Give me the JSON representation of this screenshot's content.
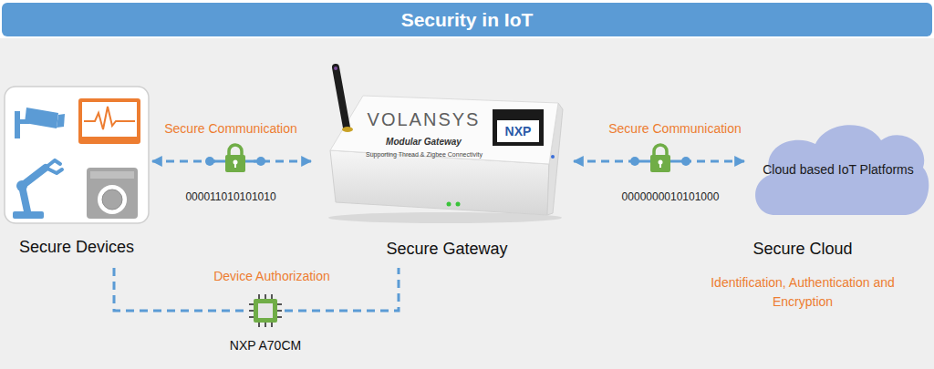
{
  "diagram": {
    "title": "Security in IoT",
    "nodes": [
      {
        "text": [
          "Secure Devices"
        ]
      },
      {
        "text": [
          "Secure Gateway"
        ]
      },
      {
        "text": [
          "Cloud based IoT Platforms",
          "Secure Cloud",
          "Identification, Authentication and Encryption"
        ]
      },
      {
        "text": [
          "NXP A70CM"
        ]
      }
    ],
    "edges": [
      {
        "from": 0,
        "to": 1,
        "label": "Secure Communication",
        "arrow": "both"
      },
      {
        "from": 1,
        "to": 2,
        "label": "Secure Communication",
        "arrow": "both"
      },
      {
        "from": 0,
        "to": 3,
        "label": "Device Authorization",
        "arrow": "none"
      },
      {
        "from": 3,
        "to": 1,
        "arrow": "none"
      }
    ],
    "labels": [
      "000011010101010",
      "VOLANSYS",
      "Modular Gateway",
      "Supporting Thread & Zigbee Connectivity",
      "NXP",
      "0000000010101000"
    ]
  }
}
